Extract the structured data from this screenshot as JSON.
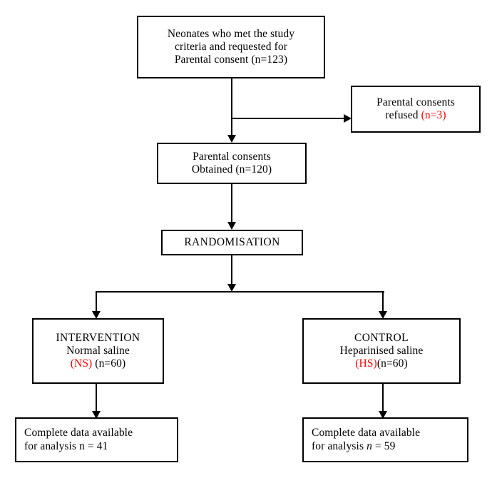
{
  "figure": {
    "type": "flowchart",
    "orientation": "top-down",
    "background_color": "#ffffff",
    "line_color": "#000000",
    "highlight_color": "#ff0000"
  },
  "nodes": {
    "eligible": {
      "id": "eligible",
      "lines": [
        "Neonates who met the study",
        "criteria and requested for",
        "Parental consent (n=123)"
      ],
      "count": 123,
      "align": "center"
    },
    "refused": {
      "id": "refused",
      "line1": "Parental consents",
      "line2_prefix": "refused ",
      "line2_red": "(n=3)",
      "count": 3,
      "align": "center"
    },
    "obtained": {
      "id": "obtained",
      "lines": [
        "Parental consents",
        "Obtained (n=120)"
      ],
      "count": 120,
      "align": "center"
    },
    "randomisation": {
      "id": "randomisation",
      "label": "RANDOMISATION",
      "align": "center"
    },
    "intervention": {
      "id": "intervention",
      "line1": "INTERVENTION",
      "line2": "Normal saline",
      "line3_red": "(NS)",
      "line3_rest": " (n=60)",
      "count": 60,
      "align": "center"
    },
    "control": {
      "id": "control",
      "line1": "CONTROL",
      "line2": "Heparinised saline",
      "line3_red": "(HS)",
      "line3_rest": "(n=60)",
      "count": 60,
      "align": "center"
    },
    "analysis_left": {
      "id": "analysis-intervention",
      "line1": "Complete data available",
      "line2_prefix": "for analysis n = 41",
      "count": 41,
      "align": "left"
    },
    "analysis_right": {
      "id": "analysis-control",
      "line1": "Complete data available",
      "line2_prefix": "for analysis ",
      "line2_italic": "n",
      "line2_suffix": " = 59",
      "count": 59,
      "align": "left"
    }
  },
  "edges": [
    {
      "from": "eligible",
      "to": "obtained",
      "style": "arrow-down"
    },
    {
      "from": "eligible",
      "to": "refused",
      "style": "elbow-right-arrow"
    },
    {
      "from": "obtained",
      "to": "randomisation",
      "style": "arrow-down"
    },
    {
      "from": "randomisation",
      "to": "intervention",
      "style": "split-left-arrow"
    },
    {
      "from": "randomisation",
      "to": "control",
      "style": "split-right-arrow"
    },
    {
      "from": "intervention",
      "to": "analysis_left",
      "style": "arrow-down"
    },
    {
      "from": "control",
      "to": "analysis_right",
      "style": "arrow-down"
    }
  ]
}
